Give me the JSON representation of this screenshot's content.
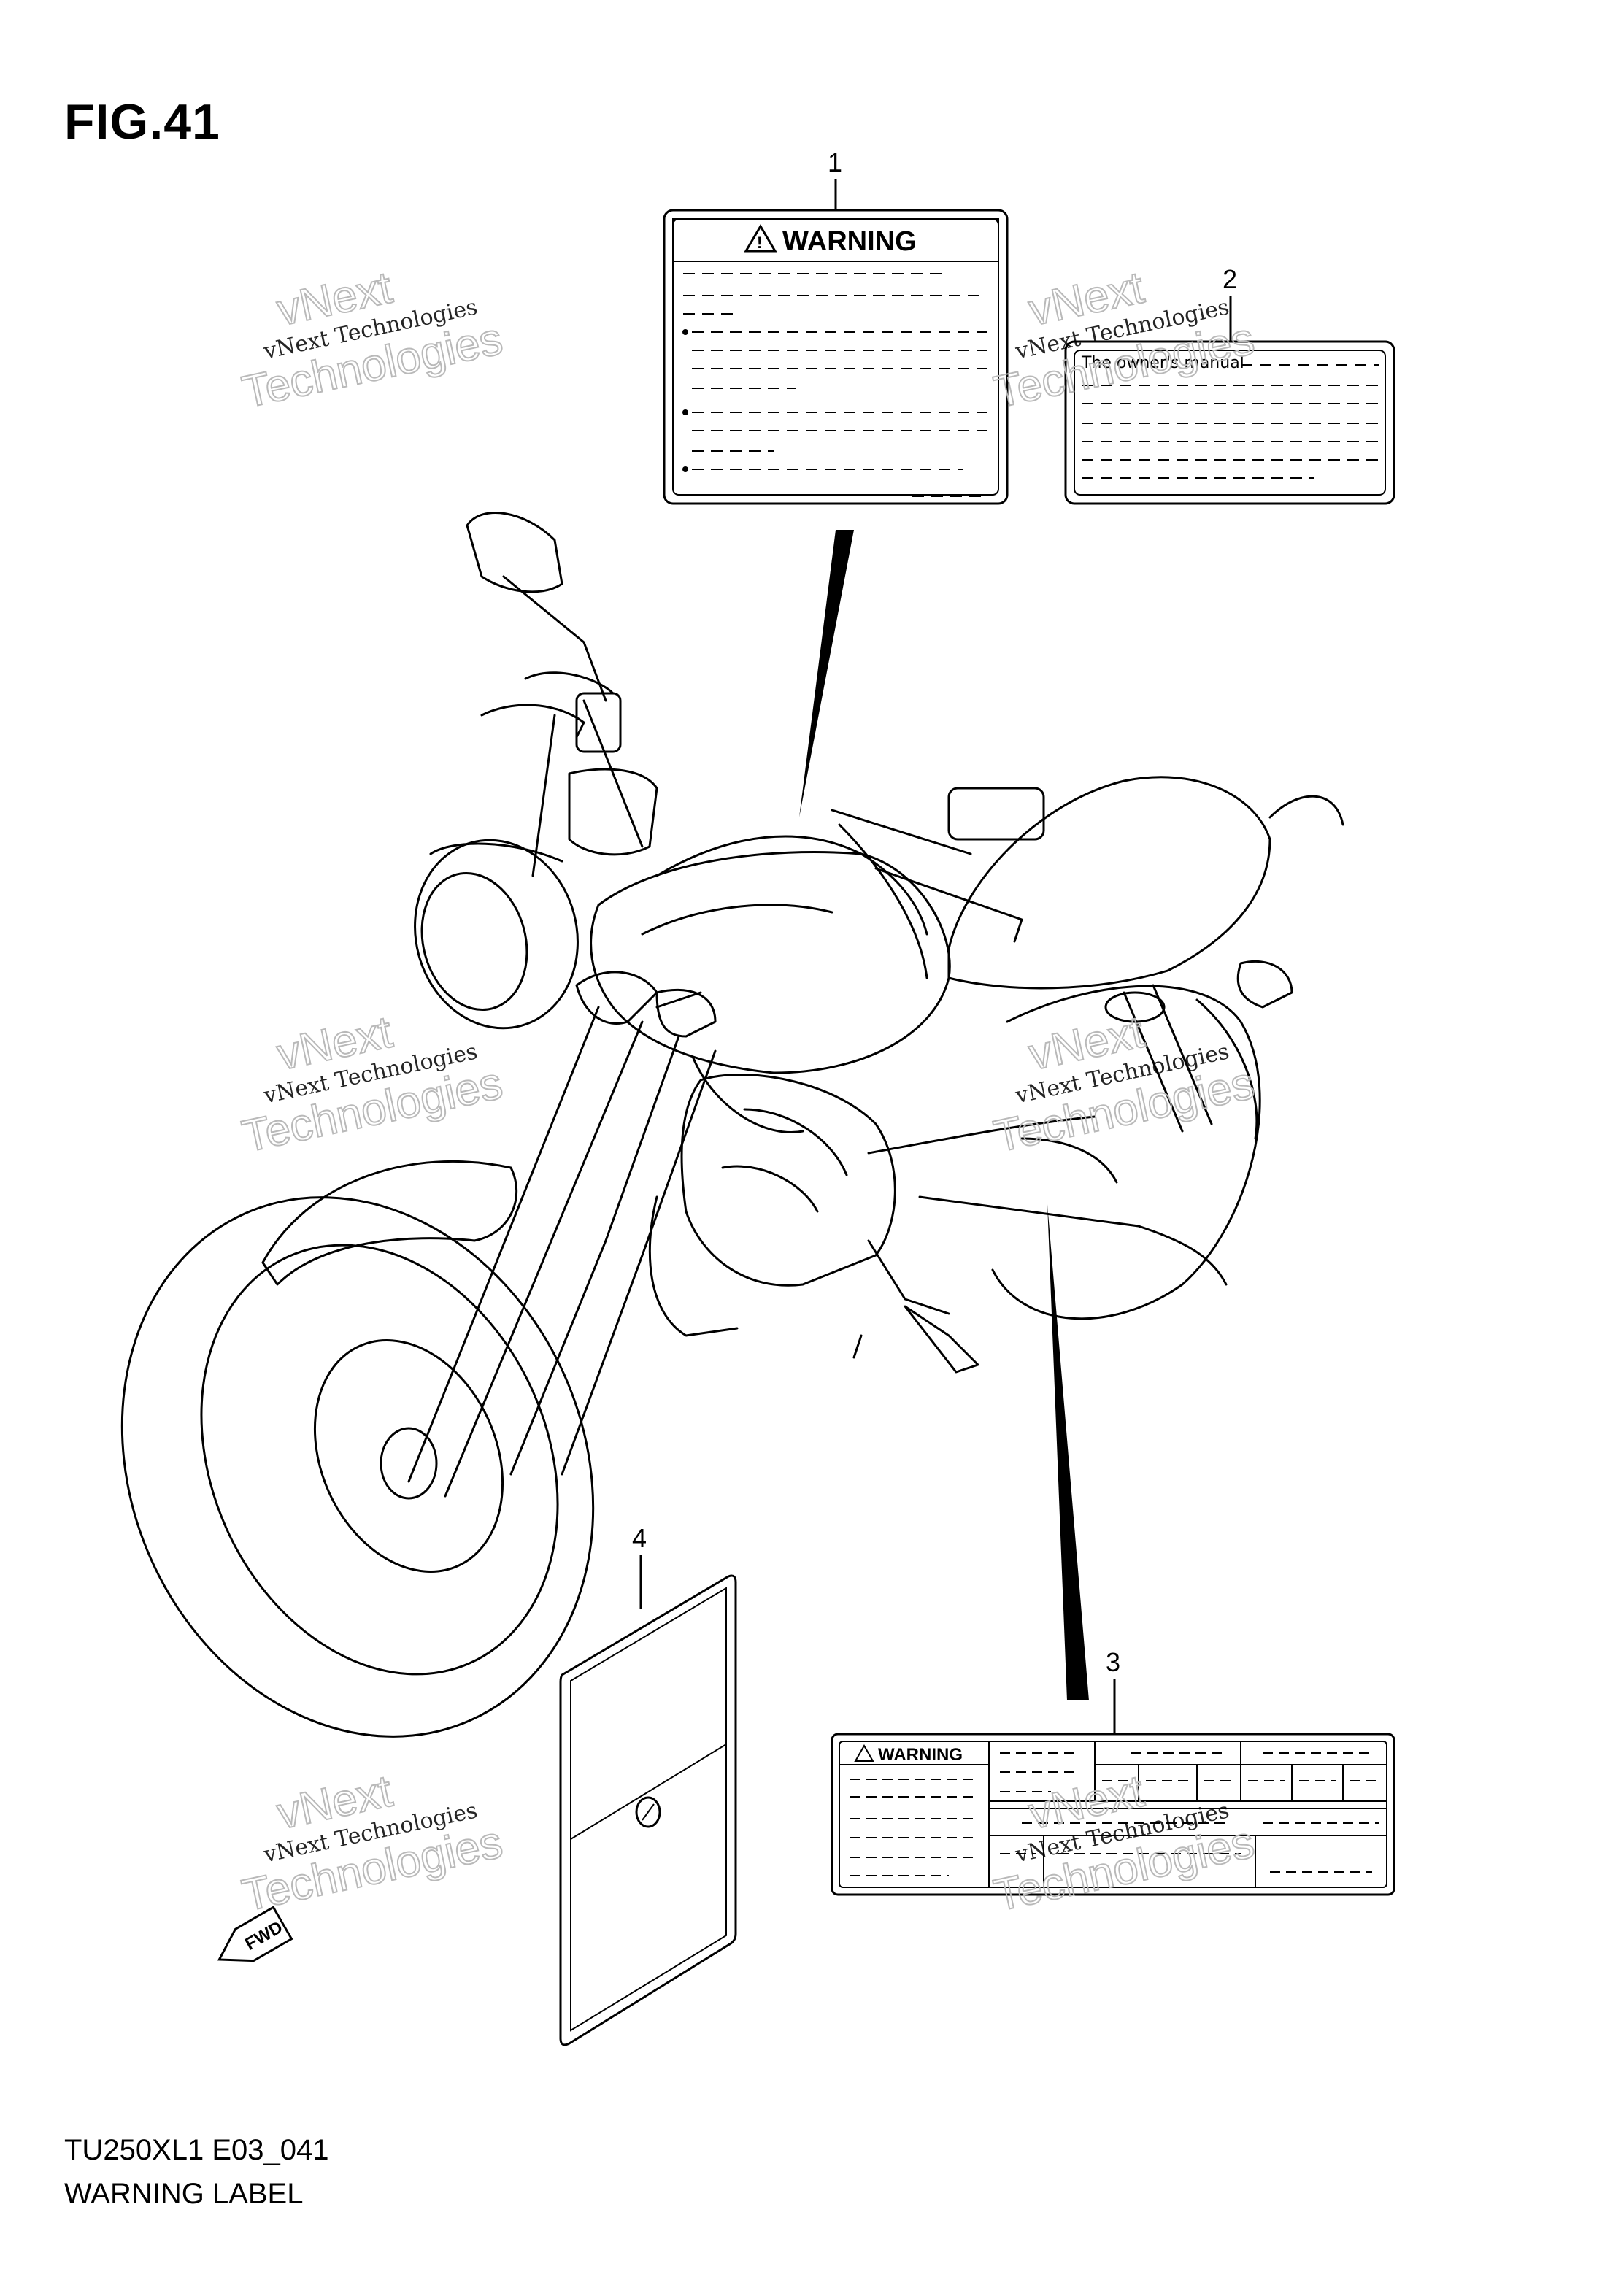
{
  "figure_label": "FIG.41",
  "model_code": "TU250XL1 E03_041",
  "section_title": "WARNING LABEL",
  "callouts": [
    "1",
    "2",
    "3",
    "4"
  ],
  "label1": {
    "heading": "WARNING"
  },
  "label2": {
    "text": "The owner's manual"
  },
  "label3": {
    "heading": "WARNING"
  },
  "forward_marker": "FWD",
  "watermark": {
    "line1": "vNext",
    "line2": "vNext Technologies",
    "line3": "Technologies"
  }
}
